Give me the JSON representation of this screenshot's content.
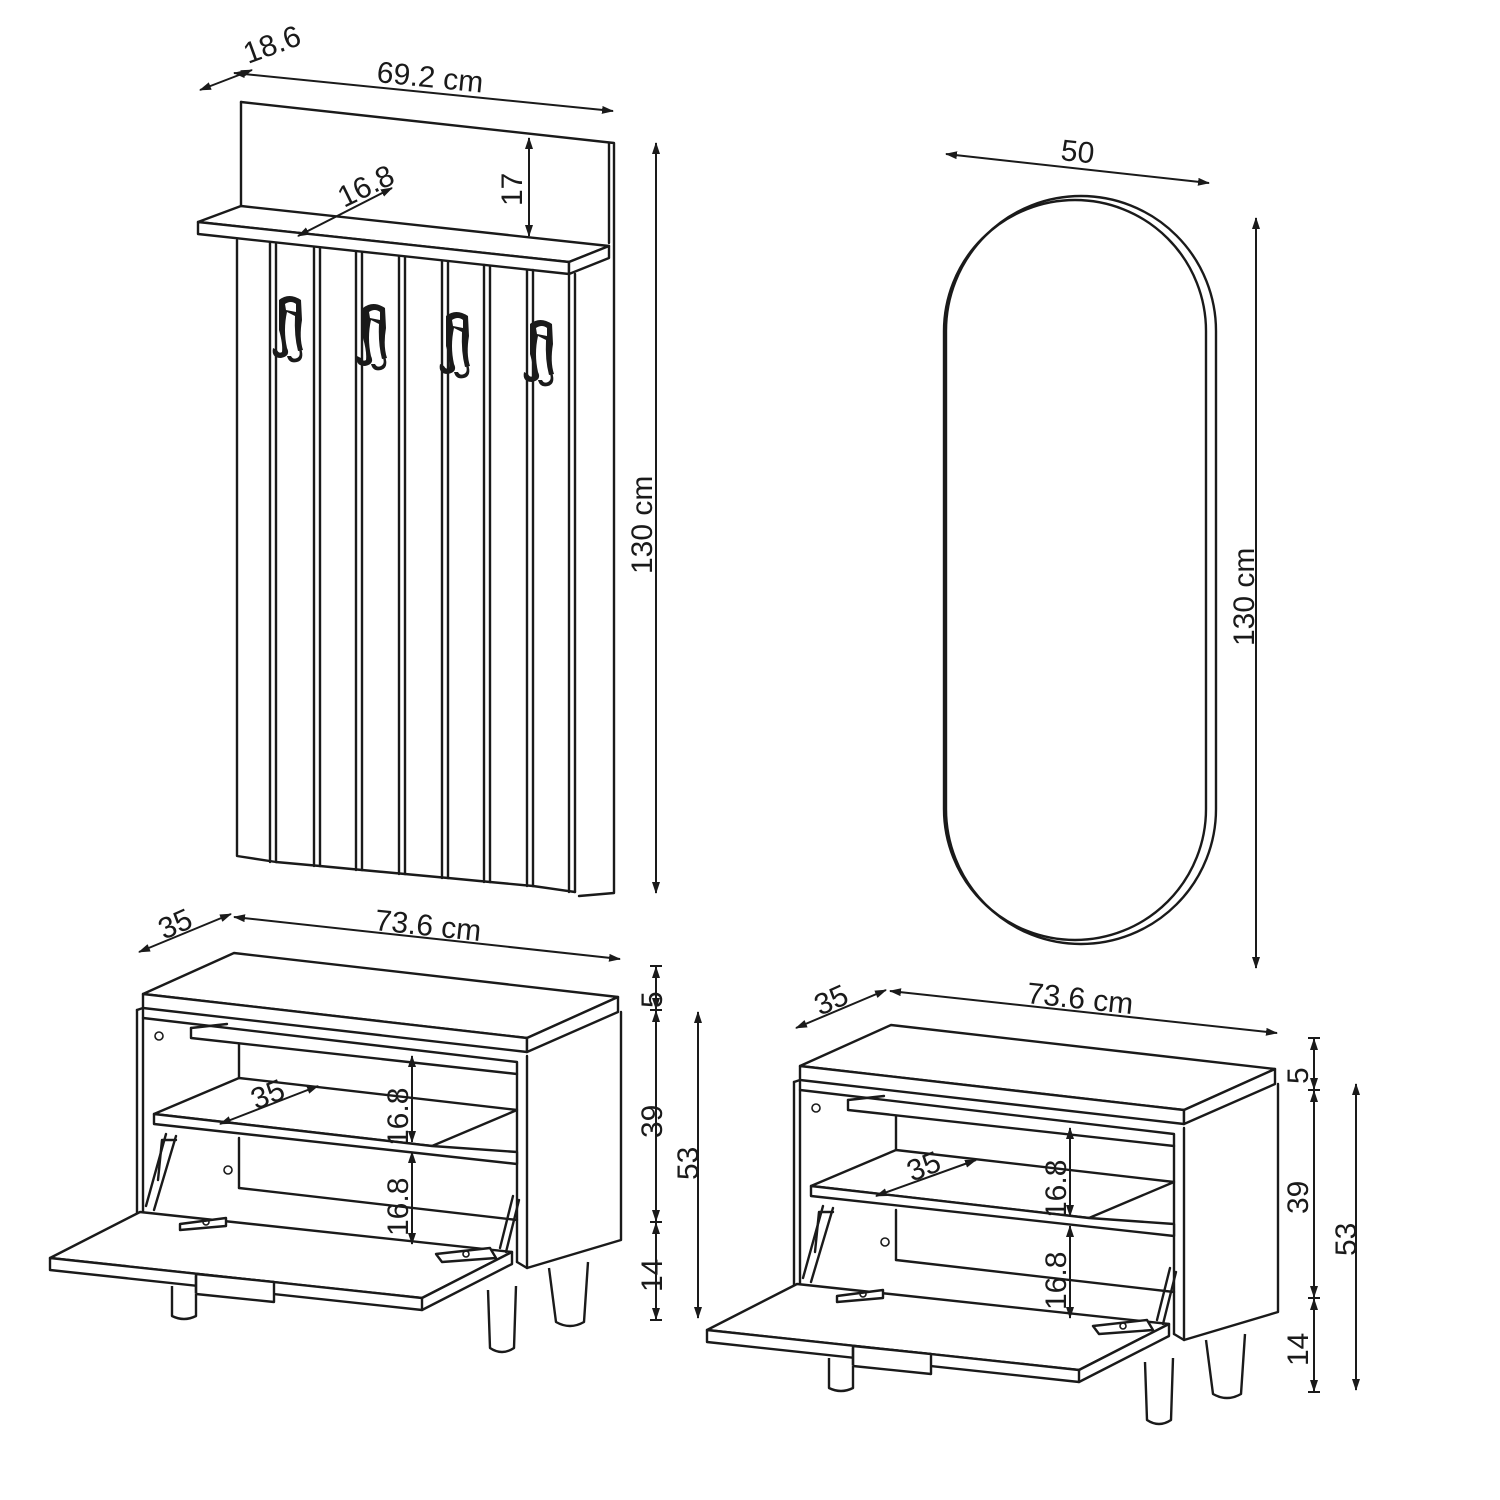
{
  "coat_rack": {
    "depth": "18.6",
    "width": "69.2 cm",
    "shelf_depth": "16.8",
    "top_panel_height": "17",
    "height": "130 cm"
  },
  "mirror": {
    "width": "50",
    "height": "130 cm"
  },
  "bench_left": {
    "depth": "35",
    "width": "73.6 cm",
    "shelf_depth": "35",
    "compartment_upper": "16.8",
    "compartment_lower": "16.8",
    "seat_height": "5",
    "body_height": "39",
    "total_height": "53",
    "leg_height": "14"
  },
  "bench_right": {
    "depth": "35",
    "width": "73.6 cm",
    "shelf_depth": "35",
    "compartment_upper": "16.8",
    "compartment_lower": "16.8",
    "seat_height": "5",
    "body_height": "39",
    "total_height": "53",
    "leg_height": "14"
  },
  "colors": {
    "line": "#1a1a1a",
    "background": "#ffffff"
  }
}
